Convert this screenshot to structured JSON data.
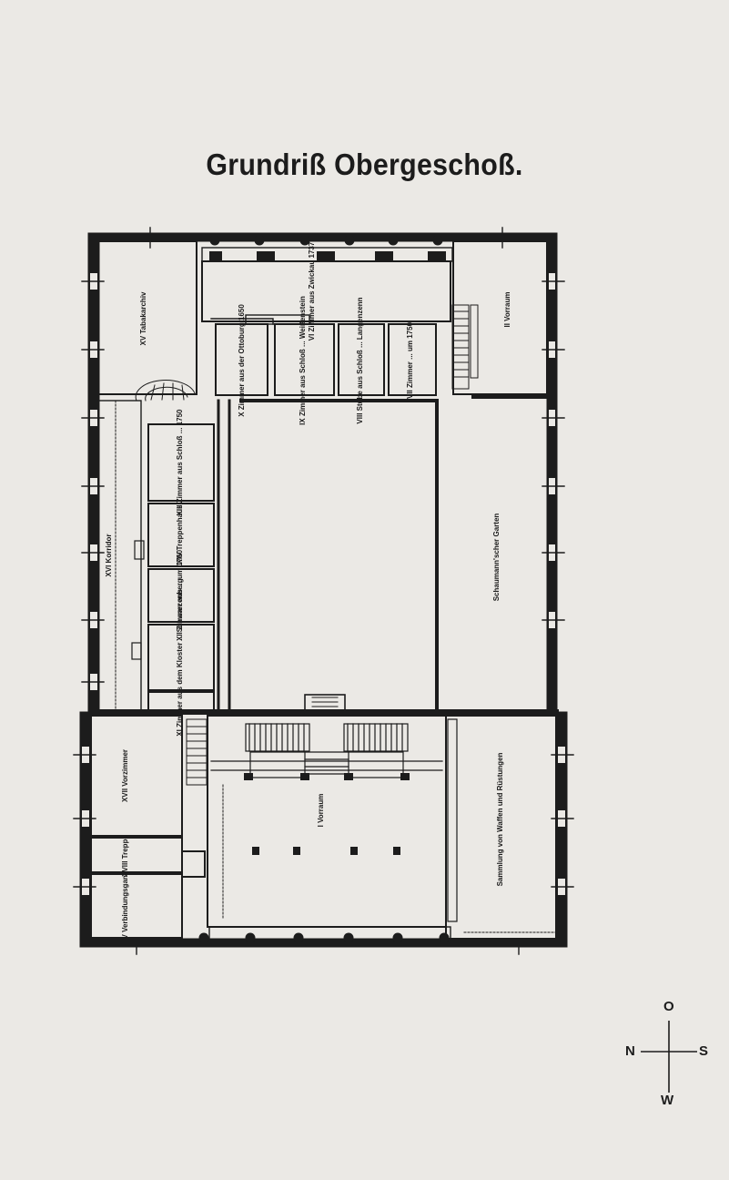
{
  "title": "Grundriß Obergeschoß.",
  "compass": {
    "top": "O",
    "left": "N",
    "right": "S",
    "bottom": "W"
  },
  "rooms": [
    {
      "id": "r-xv",
      "text": "XV Tabakarchiv"
    },
    {
      "id": "r-xvi",
      "text": "XVI Korridor"
    },
    {
      "id": "r-xiii",
      "text": "XIII Zimmer aus Schloß ... 1750"
    },
    {
      "id": "r-xiv",
      "text": "XIV Treppenhaus"
    },
    {
      "id": "r-xii",
      "text": "XII Zimmer aus ... um 1760"
    },
    {
      "id": "r-xi",
      "text": "XI Zimmer aus dem Kloster ... Schwarzenberg"
    },
    {
      "id": "r-x",
      "text": "X Zimmer aus der Ottoburg 1650"
    },
    {
      "id": "r-ix",
      "text": "IX Zimmer aus Schloß ... Weißenstein"
    },
    {
      "id": "r-viii",
      "text": "VIII Stube aus Schloß ... Langenzenn"
    },
    {
      "id": "r-vii",
      "text": "VII Zimmer ... um 1750"
    },
    {
      "id": "r-vi",
      "text": "VI Zimmer aus Zwickau 1737"
    },
    {
      "id": "r-hof",
      "text": "Schaumann'scher Garten"
    },
    {
      "id": "r-xvii",
      "text": "XVII Vorzimmer"
    },
    {
      "id": "r-xviii",
      "text": "XVIII Treppe"
    },
    {
      "id": "r-iv",
      "text": "IV Verbindungsgang"
    },
    {
      "id": "r-ii",
      "text": "II Vorraum"
    },
    {
      "id": "r-i",
      "text": "I Vorraum"
    },
    {
      "id": "r-halle",
      "text": "Sammlung von Waffen und Rüstungen"
    }
  ]
}
